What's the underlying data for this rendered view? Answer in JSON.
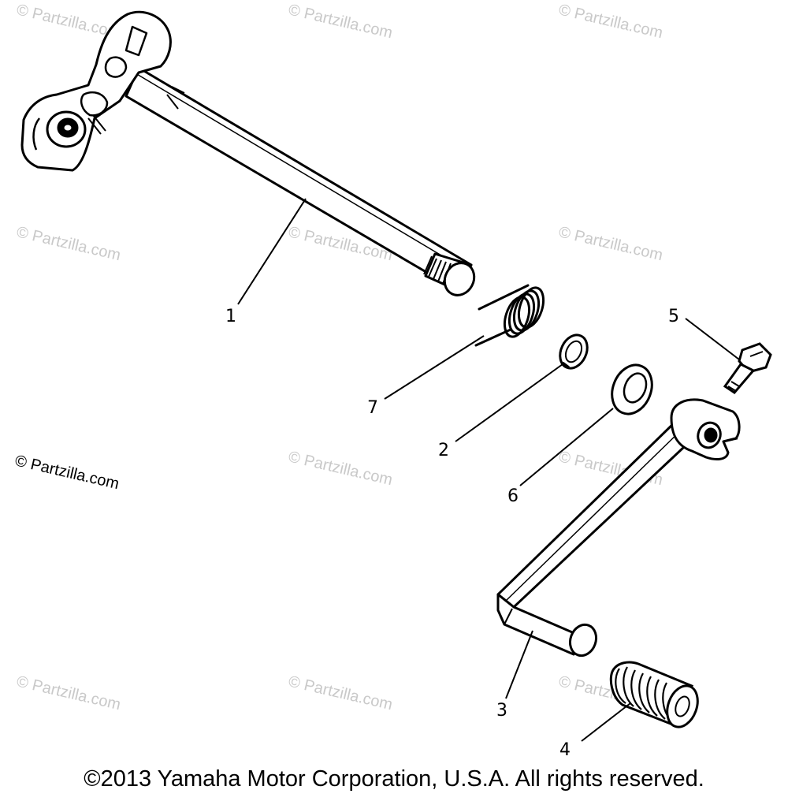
{
  "watermark": "© Partzilla.com",
  "watermark_dark": "© Partzilla.com",
  "copyright": "©2013 Yamaha Motor Corporation, U.S.A. All rights reserved.",
  "callouts": {
    "c1": "1",
    "c2": "2",
    "c3": "3",
    "c4": "4",
    "c5": "5",
    "c6": "6",
    "c7": "7"
  },
  "colors": {
    "line": "#000000",
    "watermark": "#c9c9c9",
    "background": "#ffffff"
  }
}
